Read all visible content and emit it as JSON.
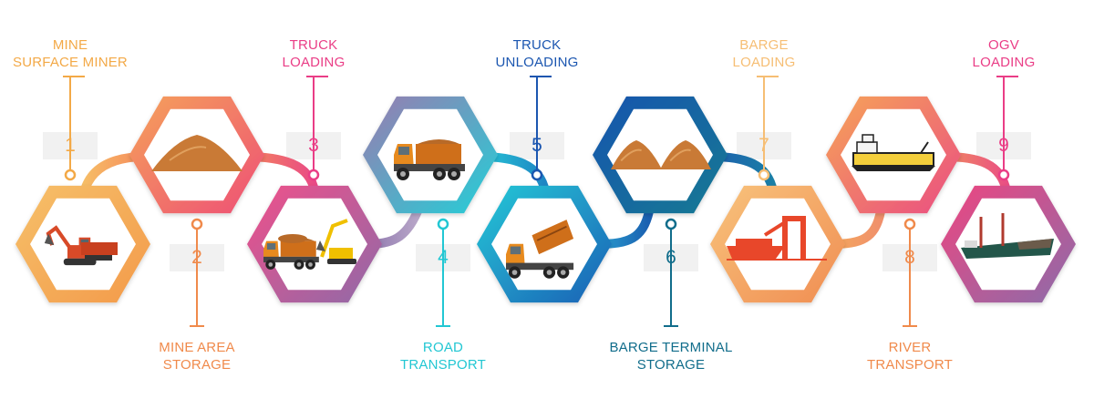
{
  "steps": [
    {
      "number": "1",
      "line1": "MINE",
      "line2": "SURFACE MINER",
      "color": "#f3a947",
      "icon": "surface-miner-icon"
    },
    {
      "number": "2",
      "line1": "MINE AREA",
      "line2": "STORAGE",
      "color": "#f08a4b",
      "icon": "sand-pile-icon"
    },
    {
      "number": "3",
      "line1": "TRUCK",
      "line2": "LOADING",
      "color": "#ea3d86",
      "icon": "truck-loading-icon"
    },
    {
      "number": "4",
      "line1": "ROAD",
      "line2": "TRANSPORT",
      "color": "#22c7d3",
      "icon": "dump-truck-icon"
    },
    {
      "number": "5",
      "line1": "TRUCK",
      "line2": "UNLOADING",
      "color": "#1b56b0",
      "icon": "truck-unloading-icon"
    },
    {
      "number": "6",
      "line1": "BARGE TERMINAL",
      "line2": "STORAGE",
      "color": "#116d8b",
      "icon": "sand-piles-icon"
    },
    {
      "number": "7",
      "line1": "BARGE",
      "line2": "LOADING",
      "color": "#f6be74",
      "icon": "barge-loading-icon"
    },
    {
      "number": "8",
      "line1": "RIVER",
      "line2": "TRANSPORT",
      "color": "#f08a4b",
      "icon": "barge-icon"
    },
    {
      "number": "9",
      "line1": "OGV",
      "line2": "LOADING",
      "color": "#ea3d86",
      "icon": "ocean-vessel-icon"
    }
  ],
  "colors": {
    "connector": "#e6e6e6",
    "background": "#ffffff"
  }
}
